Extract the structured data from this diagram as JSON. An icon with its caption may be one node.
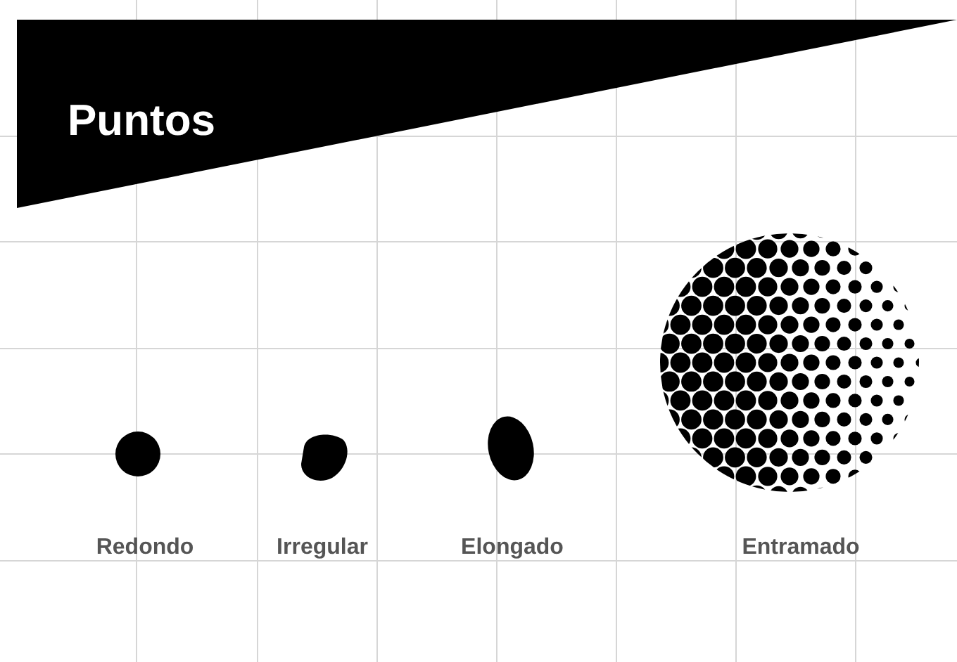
{
  "diagram": {
    "title": "Puntos",
    "labels": [
      "Redondo",
      "Irregular",
      "Elongado",
      "Entramado"
    ]
  }
}
